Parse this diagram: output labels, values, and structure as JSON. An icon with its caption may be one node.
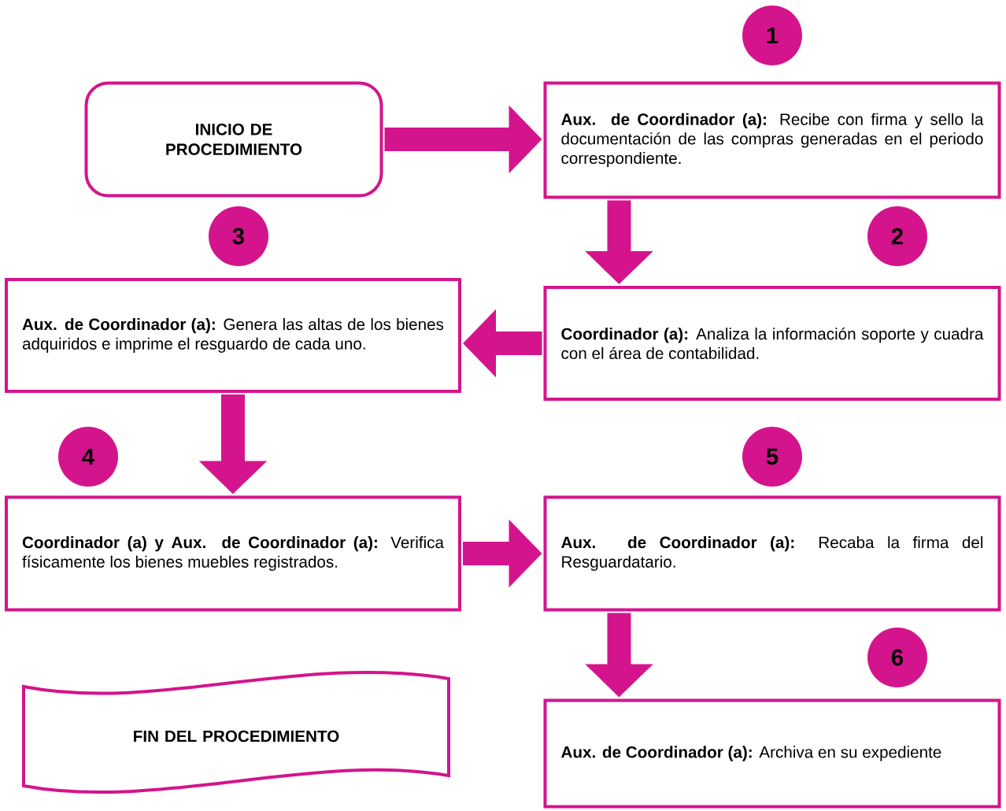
{
  "diagram": {
    "nodes": [
      {
        "text": [
          "1"
        ]
      },
      {
        "text": [
          "INICIO DE PROCEDIMIENTO"
        ]
      },
      {
        "text": [
          "**Aux. de Coordinador (a):** Recibe con firma y sello la documentación de las compras generadas en el periodo correspondiente."
        ]
      },
      {
        "text": [
          "3"
        ]
      },
      {
        "text": [
          "2"
        ]
      },
      {
        "text": [
          "**Aux. de Coordinador (a):** Genera las altas de los bienes adquiridos e imprime el resguardo de cada uno."
        ]
      },
      {
        "text": [
          "**Coordinador (a):** Analiza la información soporte y cuadra con el área de contabilidad."
        ]
      },
      {
        "text": [
          "4"
        ]
      },
      {
        "text": [
          "5"
        ]
      },
      {
        "text": [
          "**Coordinador (a) y Aux. de Coordinador (a):** Verifica físicamente los bienes muebles registrados."
        ]
      },
      {
        "text": [
          "**Aux. de Coordinador (a):** Recaba la firma del Resguardatario."
        ]
      },
      {
        "text": [
          "6"
        ]
      },
      {
        "text": [
          "FIN DEL PROCEDIMIENTO"
        ]
      },
      {
        "text": [
          "**Aux. de Coordinador (a):** Archiva en su expediente"
        ]
      }
    ],
    "edges": [
      {
        "from": 1,
        "to": 2,
        "arrow": "to"
      },
      {
        "from": 2,
        "to": 6,
        "arrow": "to"
      },
      {
        "from": 6,
        "to": 5,
        "arrow": "to"
      },
      {
        "from": 5,
        "to": 9,
        "arrow": "to"
      },
      {
        "from": 9,
        "to": 10,
        "arrow": "to"
      },
      {
        "from": 10,
        "to": 13,
        "arrow": "to"
      }
    ]
  }
}
